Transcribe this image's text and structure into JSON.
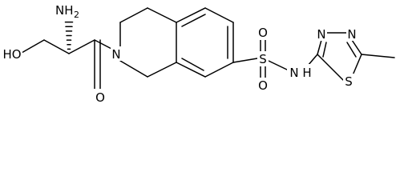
{
  "molecule": {
    "atoms": {
      "hydroxyl": "HO",
      "amine": "NH",
      "amine_subscript": "2",
      "ring_nitrogen": "N",
      "carbonyl_oxygen": "O",
      "sulfur": "S",
      "sulfonyl_oxygen_top": "O",
      "sulfonyl_oxygen_bottom": "O",
      "sulfonamide": "N",
      "sulfonamide_hydrogen": "H",
      "thiadiazole_n3": "N",
      "thiadiazole_n4": "N",
      "thiadiazole_sulfur": "S"
    }
  }
}
